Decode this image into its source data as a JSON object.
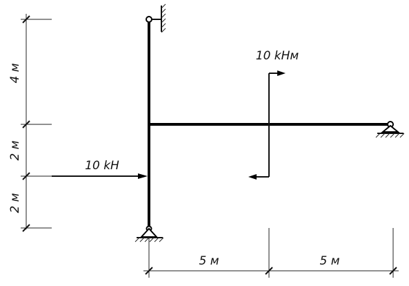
{
  "dimensions": {
    "left": [
      "4 м",
      "2 м",
      "2 м"
    ],
    "bottom": [
      "5 м",
      "5 м"
    ]
  },
  "loads": {
    "force_label": "10 kH",
    "moment_label": "10 kHм"
  }
}
